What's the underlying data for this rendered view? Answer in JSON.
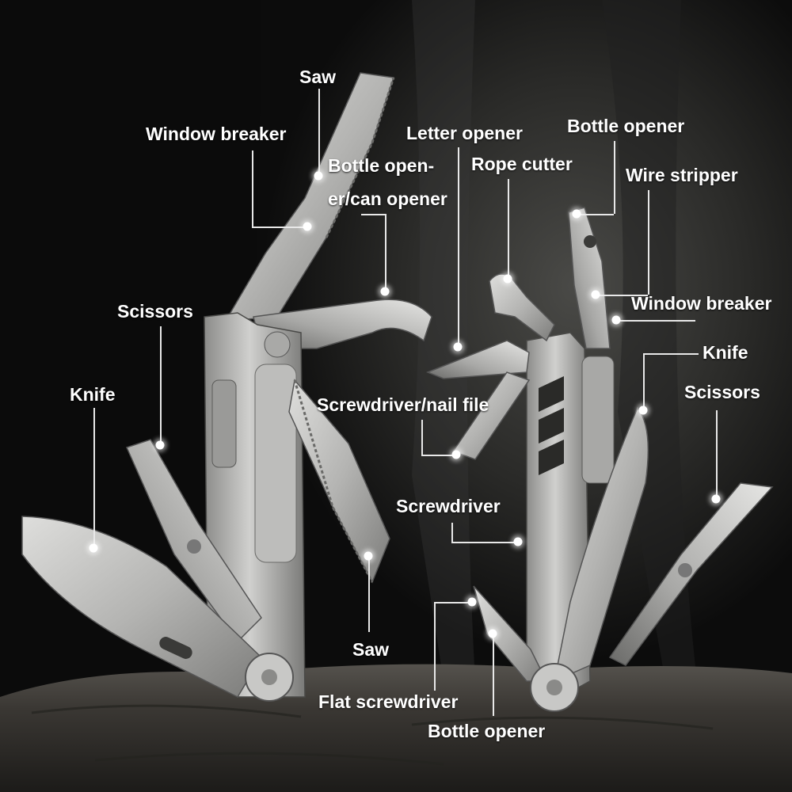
{
  "labels": {
    "saw_top": "Saw",
    "window_breaker_left": "Window breaker",
    "bottle_can_opener_line1": "Bottle open-",
    "bottle_can_opener_line2": "er/can opener",
    "scissors_left": "Scissors",
    "knife_left": "Knife",
    "saw_bottom": "Saw",
    "flat_screwdriver": "Flat screwdriver",
    "letter_opener": "Letter opener",
    "bottle_opener_top": "Bottle opener",
    "rope_cutter": "Rope cutter",
    "wire_stripper": "Wire stripper",
    "window_breaker_right": "Window breaker",
    "knife_right": "Knife",
    "scissors_right": "Scissors",
    "screwdriver_nail_file": "Screwdriver/nail file",
    "screwdriver": "Screwdriver",
    "bottle_opener_bottom": "Bottle opener"
  },
  "colors": {
    "background": "#0b0b0b",
    "rock": "#3a3733",
    "steel_light": "#c9c9c7",
    "steel_mid": "#9a9a98",
    "steel_dark": "#5e5e5c",
    "label_text": "#ffffff",
    "leader_line": "#e8e8e8"
  }
}
